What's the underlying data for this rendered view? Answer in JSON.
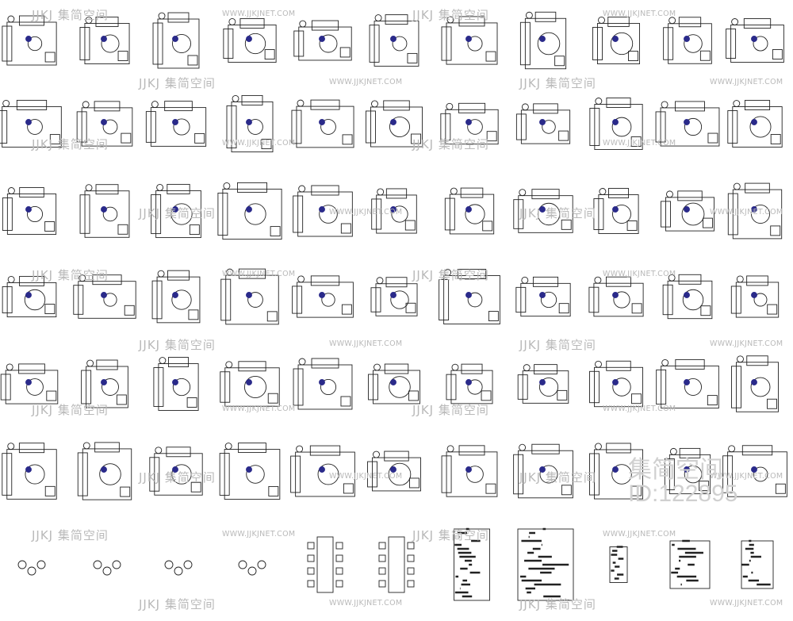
{
  "watermark": {
    "logo_text": "JJKJ 集简空间",
    "url_text": "WWW.JJKJNET.COM",
    "big_brand": "集简空间",
    "big_id": "ID:122895"
  },
  "sheet": {
    "rows": 7,
    "columns": 11,
    "stroke_color": "#222222",
    "accent_color": "#2a2a8a",
    "watermark_color": "#b9b9b9"
  }
}
